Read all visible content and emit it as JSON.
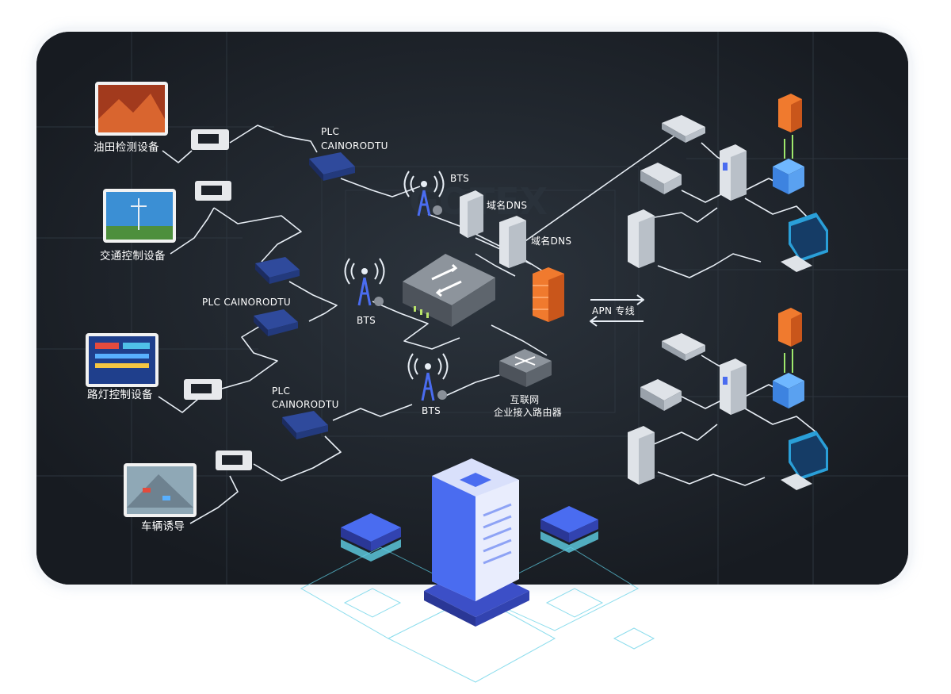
{
  "devices": {
    "oilfield": "油田检测设备",
    "traffic": "交通控制设备",
    "streetlight": "路灯控制设备",
    "vehicle": "车辆诱导"
  },
  "plc": {
    "top_line1": "PLC",
    "top_line2": "CAINORODTU",
    "middle": "PLC CAINORODTU",
    "bottom_line1": "PLC",
    "bottom_line2": "CAINORODTU"
  },
  "bts": {
    "top": "BTS",
    "middle": "BTS",
    "bottom": "BTS"
  },
  "dns": {
    "first": "域名DNS",
    "second": "域名DNS"
  },
  "router": {
    "line1": "互联网",
    "line2": "企业接入路由器"
  },
  "apn": "APN 专线",
  "colors": {
    "panel_bg": "#1b2027",
    "line": "#e8eef5",
    "accent_blue": "#4a6cf0",
    "firewall": "#f07a2e",
    "glow": "#5fd0e6"
  }
}
